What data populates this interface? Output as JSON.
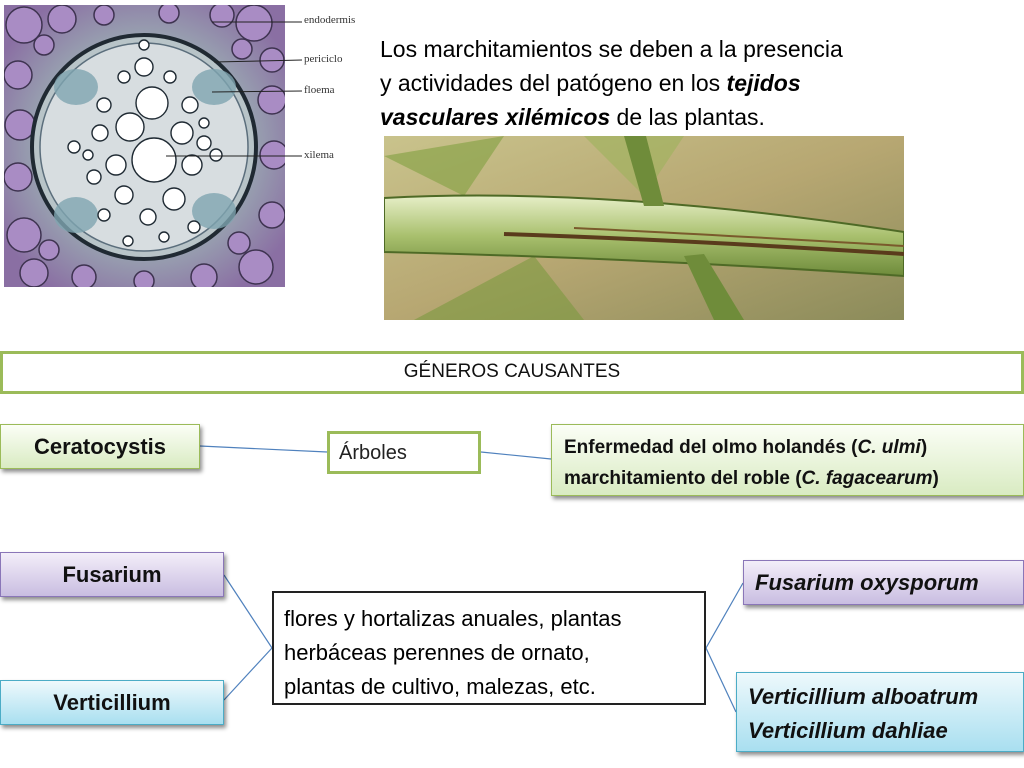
{
  "micrograph": {
    "labels": {
      "endodermis": "endodermis",
      "periciclo": "periciclo",
      "floema": "floema",
      "xilema": "xilema"
    }
  },
  "intro": {
    "line1": "Los marchitamientos se deben a la presencia",
    "line2_start": "y actividades del patógeno en los ",
    "emph1": "tejidos",
    "emph2": "vasculares xilémicos",
    "line3_end": " de las plantas."
  },
  "generos_header": "GÉNEROS CAUSANTES",
  "ceratocystis": {
    "name": "Ceratocystis",
    "host": "Árboles",
    "disease_line1_a": "Enfermedad del olmo holandés (",
    "disease_line1_sp": "C. ulmi",
    "disease_line1_b": ")",
    "disease_line2_a": "marchitamiento del roble (",
    "disease_line2_sp": "C. fagacearum",
    "disease_line2_b": ")"
  },
  "fusarium": {
    "name": "Fusarium",
    "species": "Fusarium oxysporum"
  },
  "verticillium": {
    "name": "Verticillium",
    "species": [
      "Verticillium alboatrum",
      "Verticillium dahliae"
    ]
  },
  "shared_hosts": {
    "line1": "flores y hortalizas anuales, plantas",
    "line2": "herbáceas perennes de ornato,",
    "line3": "plantas de cultivo, malezas, etc."
  },
  "colors": {
    "green_border": "#9bbb59",
    "purple_border": "#8a76b8",
    "cyan_border": "#4bacc6",
    "connector": "#4f81bd"
  }
}
